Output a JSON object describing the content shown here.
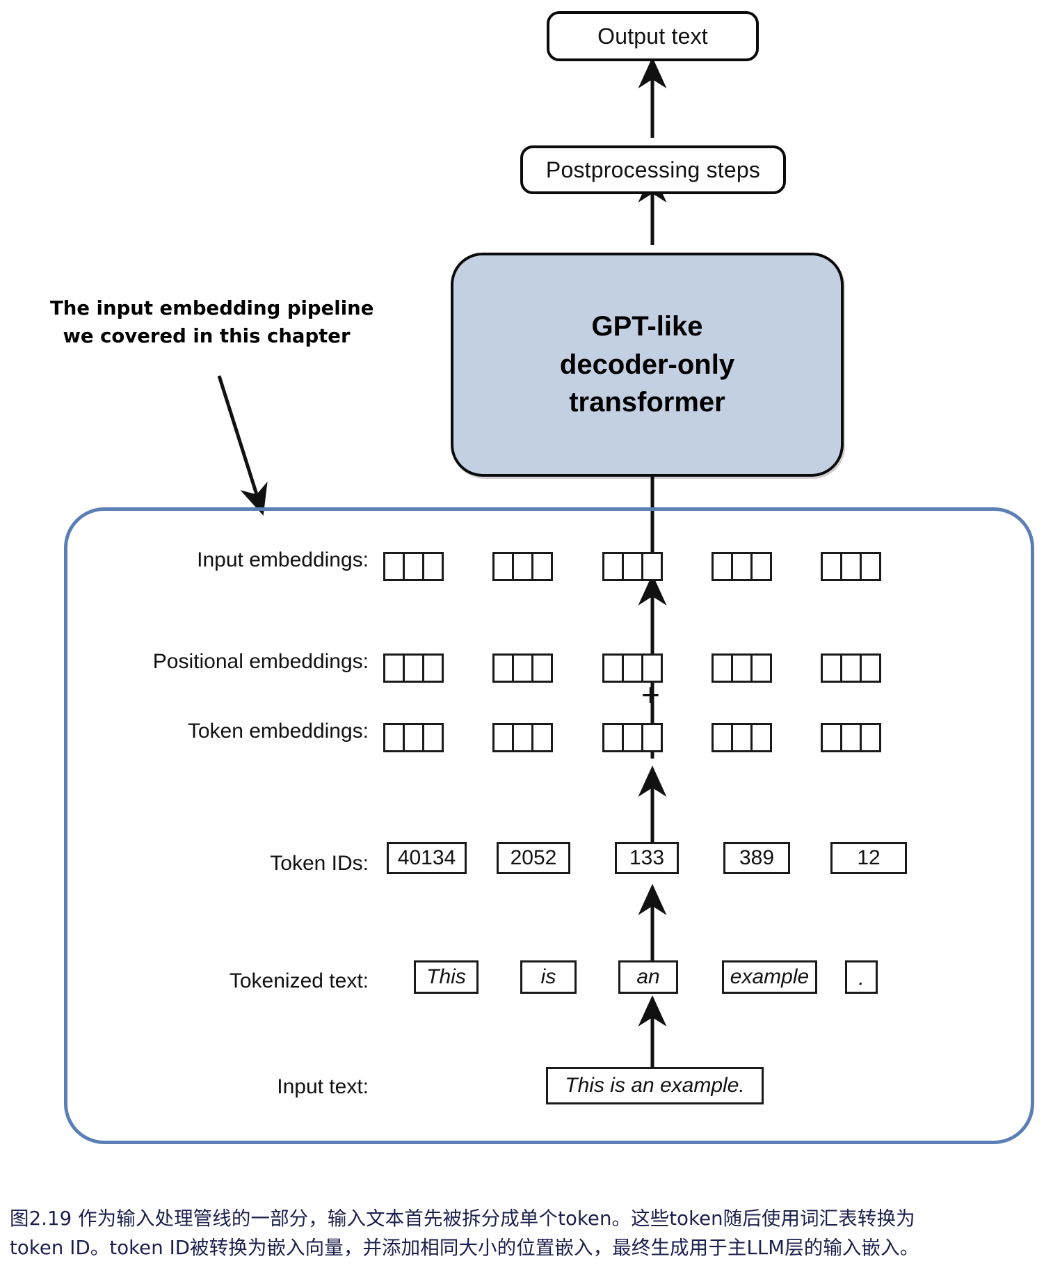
{
  "diagram": {
    "output_box": {
      "label": "Output text"
    },
    "postprocessing_box": {
      "label": "Postprocessing steps"
    },
    "model_box": {
      "label": "GPT-like\ndecoder-only\ntransformer",
      "fill_color": "#c3d0e2"
    },
    "annotation": {
      "line1": "The input embedding pipeline",
      "line2": "we covered in this chapter"
    },
    "pipeline_container": {
      "border_color": "#5b7fb5"
    },
    "rows": [
      {
        "label": "Input embeddings:",
        "type": "cells",
        "groups": 5,
        "cells_per_group": 3
      },
      {
        "label": "Positional embeddings:",
        "type": "cells",
        "groups": 5,
        "cells_per_group": 3
      },
      {
        "label": "Token embeddings:",
        "type": "cells",
        "groups": 5,
        "cells_per_group": 3
      },
      {
        "label": "Token IDs:",
        "type": "boxes",
        "values": [
          "40134",
          "2052",
          "133",
          "389",
          "12"
        ]
      },
      {
        "label": "Tokenized text:",
        "type": "boxes",
        "values": [
          "This",
          "is",
          "an",
          "example",
          "."
        ],
        "italic": true
      },
      {
        "label": "Input text:",
        "type": "boxes",
        "values": [
          "This is an example."
        ],
        "italic": true
      }
    ],
    "operator": {
      "symbol": "+"
    }
  },
  "caption": {
    "line1": "图2.19 作为输入处理管线的一部分，输入文本首先被拆分成单个token。这些token随后使用词汇表转换为",
    "line2": "token ID。token ID被转换为嵌入向量，并添加相同大小的位置嵌入，最终生成用于主LLM层的输入嵌入。"
  }
}
